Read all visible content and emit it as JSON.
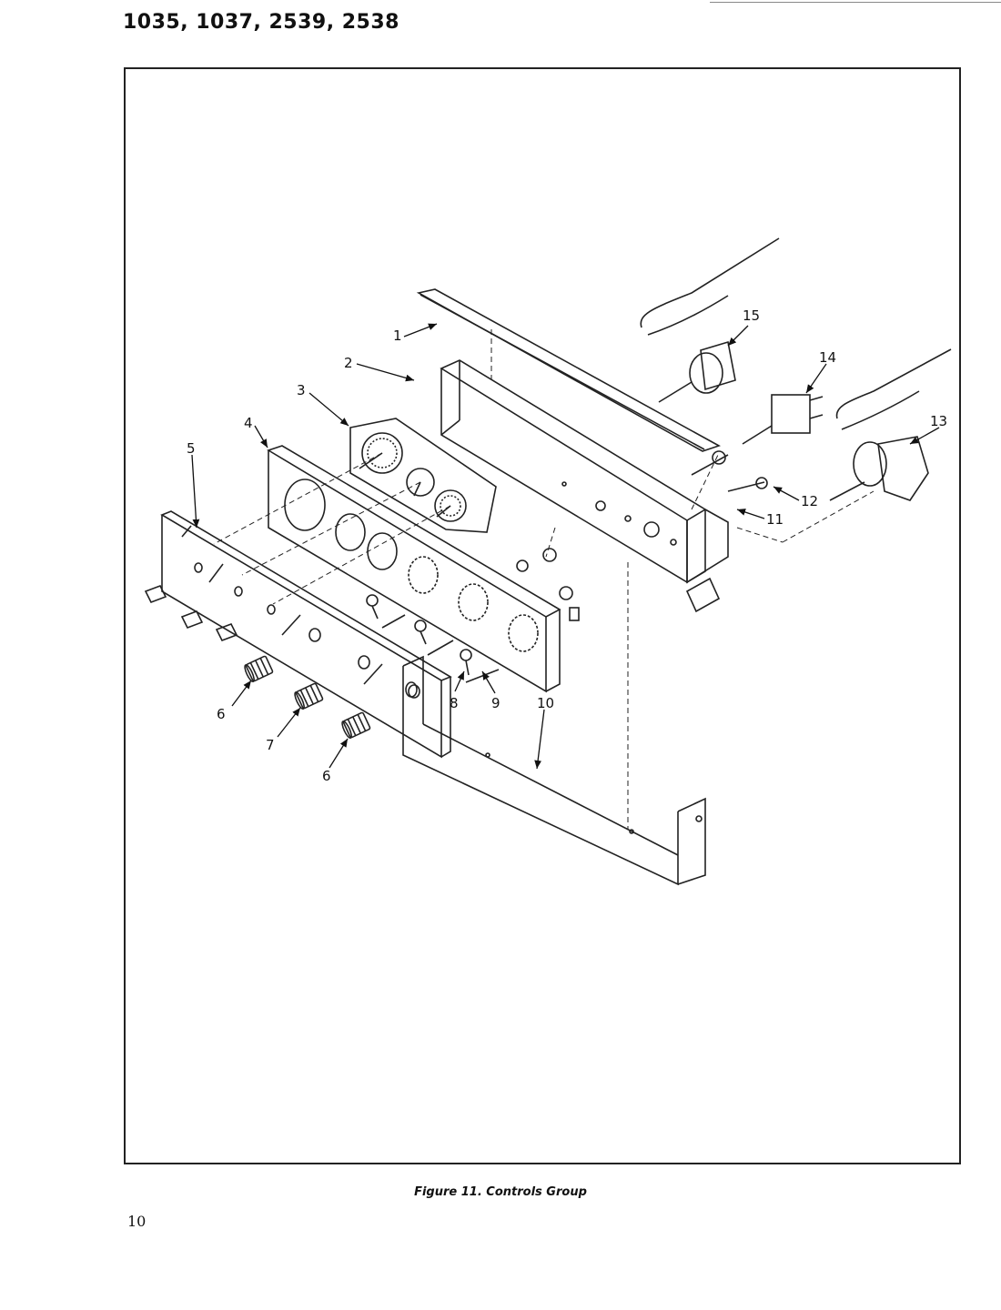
{
  "header": {
    "title": "1035, 1037, 2539, 2538"
  },
  "figure": {
    "caption": "Figure 11.  Controls Group",
    "callouts": [
      "1",
      "2",
      "3",
      "4",
      "5",
      "6",
      "7",
      "6",
      "8",
      "9",
      "10",
      "11",
      "12",
      "13",
      "14",
      "15"
    ]
  },
  "page_number": "10"
}
